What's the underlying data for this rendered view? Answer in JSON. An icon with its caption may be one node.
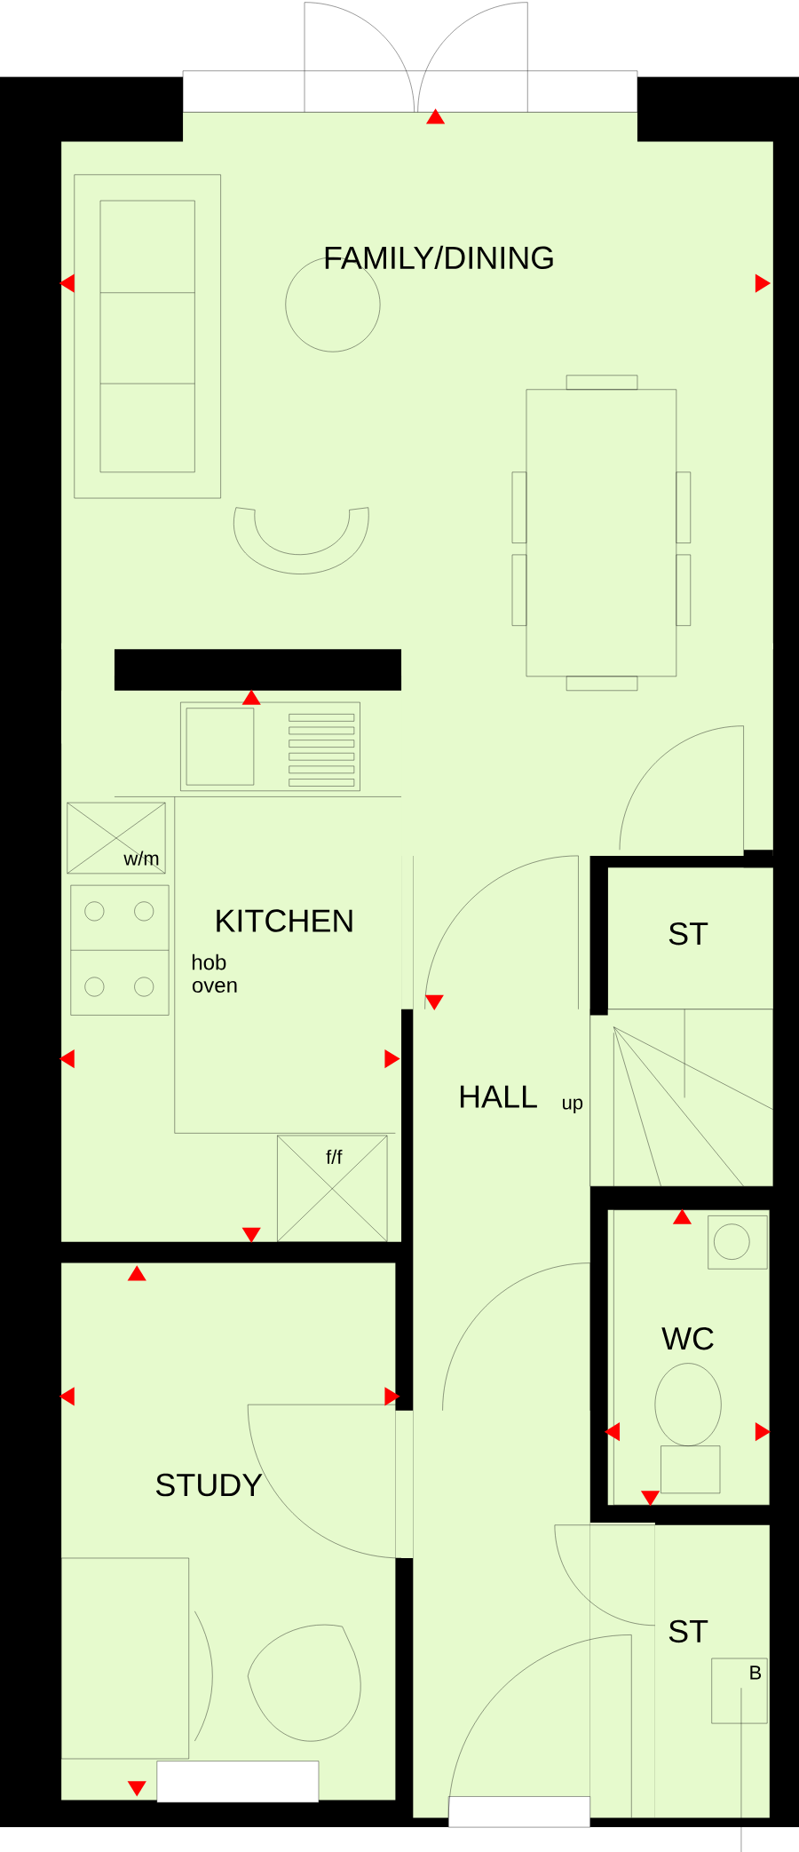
{
  "diagram": {
    "nodes": [
      {
        "text": [
          "FAMILY/DINING"
        ]
      },
      {
        "text": [
          "KITCHEN"
        ]
      },
      {
        "text": [
          "ST"
        ]
      },
      {
        "text": [
          "HALL"
        ]
      },
      {
        "text": [
          "WC"
        ]
      },
      {
        "text": [
          "STUDY"
        ]
      },
      {
        "text": [
          "ST"
        ]
      }
    ],
    "labels": [
      "w/m",
      "hob",
      "oven",
      "f/f",
      "up",
      "B"
    ]
  }
}
